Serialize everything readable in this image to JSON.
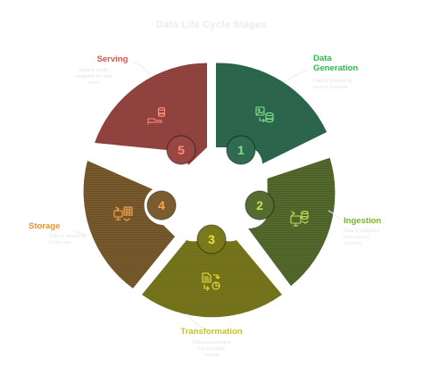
{
  "title": "Data Life Cycle Stages",
  "colors": {
    "generation": "#2f6b50",
    "ingestion": "#566b2e",
    "transformation": "#7a7a1c",
    "storage": "#7b5c2e",
    "serving": "#984743",
    "label_generation": "#2fb84e",
    "label_ingestion": "#7ab52c",
    "label_transformation": "#c9c41a",
    "label_storage": "#e8932b",
    "label_serving": "#d9534f",
    "icon_generation": "#7fe08a",
    "icon_ingestion": "#c3e25a",
    "icon_transformation": "#f0e23a",
    "icon_storage": "#ffa64d",
    "icon_serving": "#ff8c7a"
  },
  "stages": [
    {
      "number": "1",
      "label_line1": "Data",
      "label_line2": "Generation",
      "icon": "image-database-icon",
      "desc_line1": "Data is created by",
      "desc_line2": "source systems"
    },
    {
      "number": "2",
      "label_line1": "Ingestion",
      "label_line2": "",
      "icon": "monitor-database-icon",
      "desc_line1": "Data is collected",
      "desc_line2": "from source",
      "desc_line3": "systems"
    },
    {
      "number": "3",
      "label_line1": "Transformation",
      "label_line2": "",
      "icon": "document-chart-icon",
      "desc_line1": "Data is converted",
      "desc_line2": "into a usable",
      "desc_line3": "format"
    },
    {
      "number": "4",
      "label_line1": "Storage",
      "label_line2": "",
      "icon": "monitor-table-icon",
      "desc_line1": "Data is stored for",
      "desc_line2": "future use"
    },
    {
      "number": "5",
      "label_line1": "Serving",
      "label_line2": "",
      "icon": "hand-database-icon",
      "desc_line1": "Data is made",
      "desc_line2": "available for end",
      "desc_line3": "users"
    }
  ]
}
